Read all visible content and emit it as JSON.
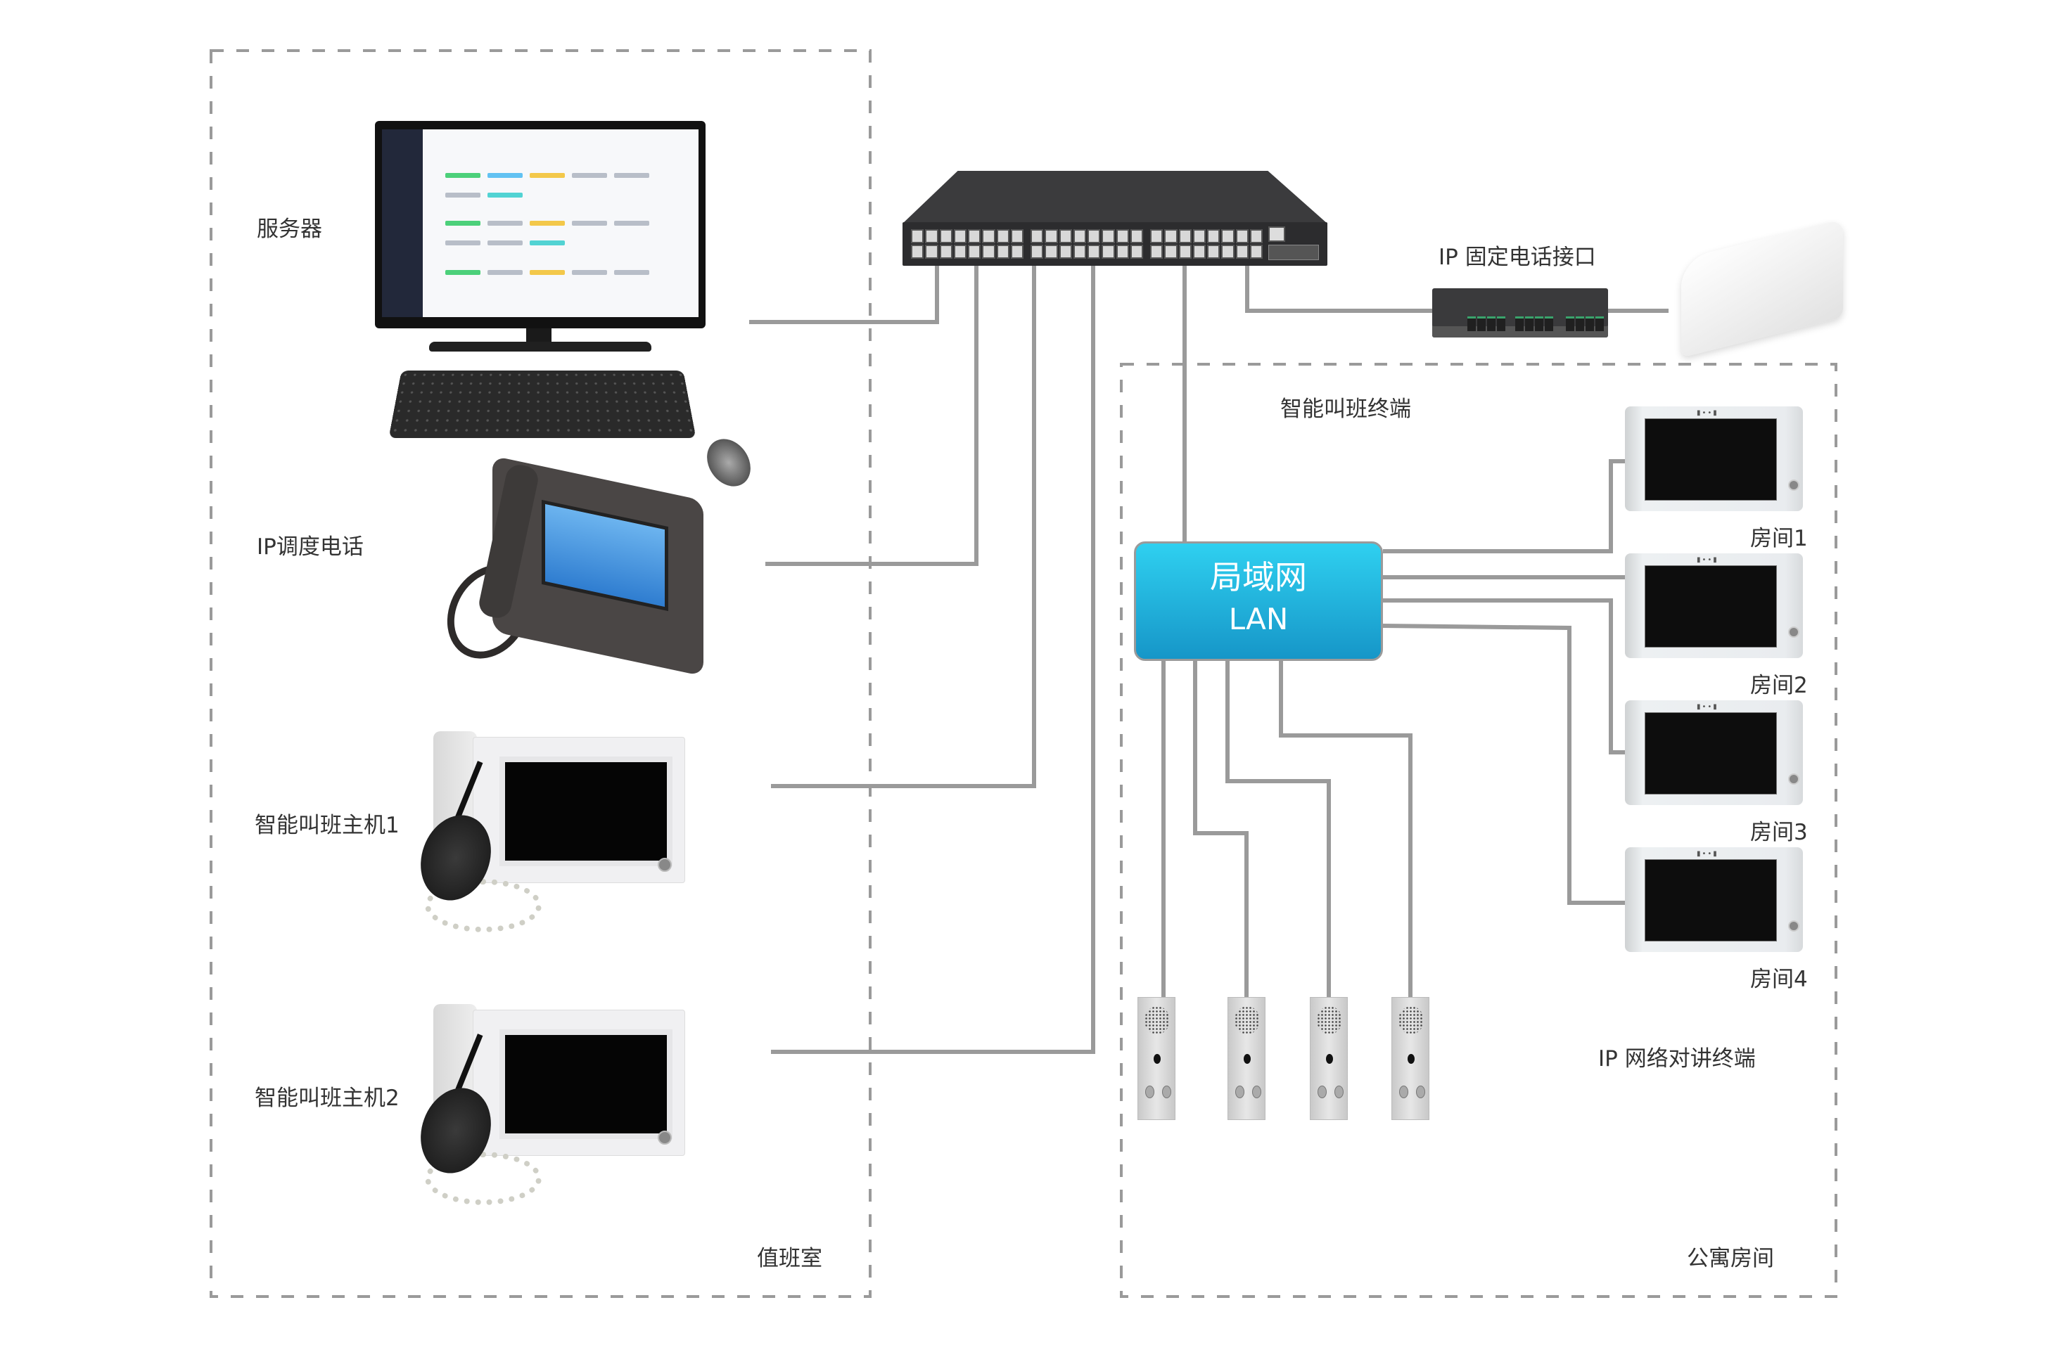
{
  "zones": {
    "duty_room": {
      "label": "值班室"
    },
    "apartment": {
      "label": "公寓房间"
    }
  },
  "devices": {
    "server": {
      "label": "服务器",
      "icon": "computer-icon"
    },
    "ip_dispatch_phone": {
      "label": "IP调度电话",
      "icon": "desk-phone-icon"
    },
    "console_1": {
      "label": "智能叫班主机1",
      "icon": "console-icon"
    },
    "console_2": {
      "label": "智能叫班主机2",
      "icon": "console-icon"
    },
    "switch": {
      "icon": "network-switch-icon"
    },
    "ip_fixed_phone_gateway": {
      "label": "IP 固定电话接口",
      "icon": "voice-gateway-icon"
    },
    "router": {
      "icon": "router-icon"
    },
    "lan": {
      "title": "局域网",
      "subtitle": "LAN",
      "color_top": "#2fd0f0",
      "color_bottom": "#1696c8"
    },
    "terminals": {
      "group_label": "智能叫班终端",
      "items": [
        {
          "label": "房间1"
        },
        {
          "label": "房间2"
        },
        {
          "label": "房间3"
        },
        {
          "label": "房间4"
        }
      ]
    },
    "intercoms": {
      "group_label": "IP 网络对讲终端",
      "count": 4
    }
  },
  "style": {
    "line_color": "#9a9a9a",
    "dash_color": "#9a9a9a",
    "text_color": "#333333"
  }
}
